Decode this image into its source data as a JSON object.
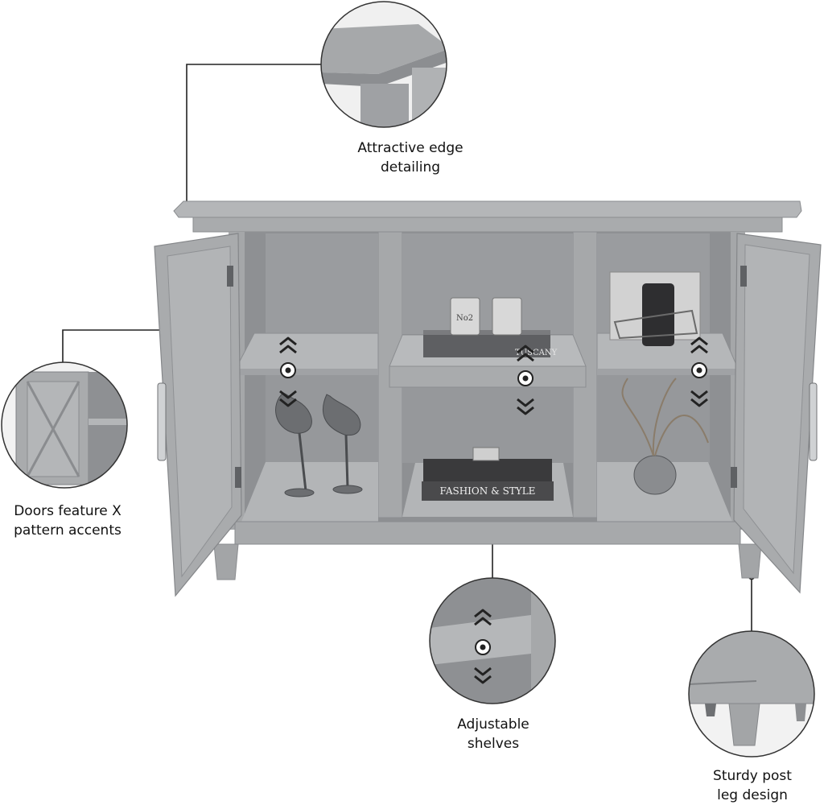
{
  "callouts": {
    "edge": {
      "line1": "Attractive edge",
      "line2": "detailing"
    },
    "doors": {
      "line1": "Doors feature X",
      "line2": "pattern accents"
    },
    "shelves": {
      "line1": "Adjustable",
      "line2": "shelves"
    },
    "legs": {
      "line1": "Sturdy post",
      "line2": "leg design"
    }
  },
  "decor": {
    "book_center_top": "TUSCANY",
    "book_center_bottom": "FASHION & STYLE",
    "candle_label": "No2"
  },
  "colors": {
    "cabinet": "#a4a6a8",
    "cabinet_shadow": "#7d7f82",
    "cabinet_light": "#c4c6c8",
    "interior": "#8e9093",
    "book_dark": "#3a3a3c",
    "background": "#ffffff"
  }
}
